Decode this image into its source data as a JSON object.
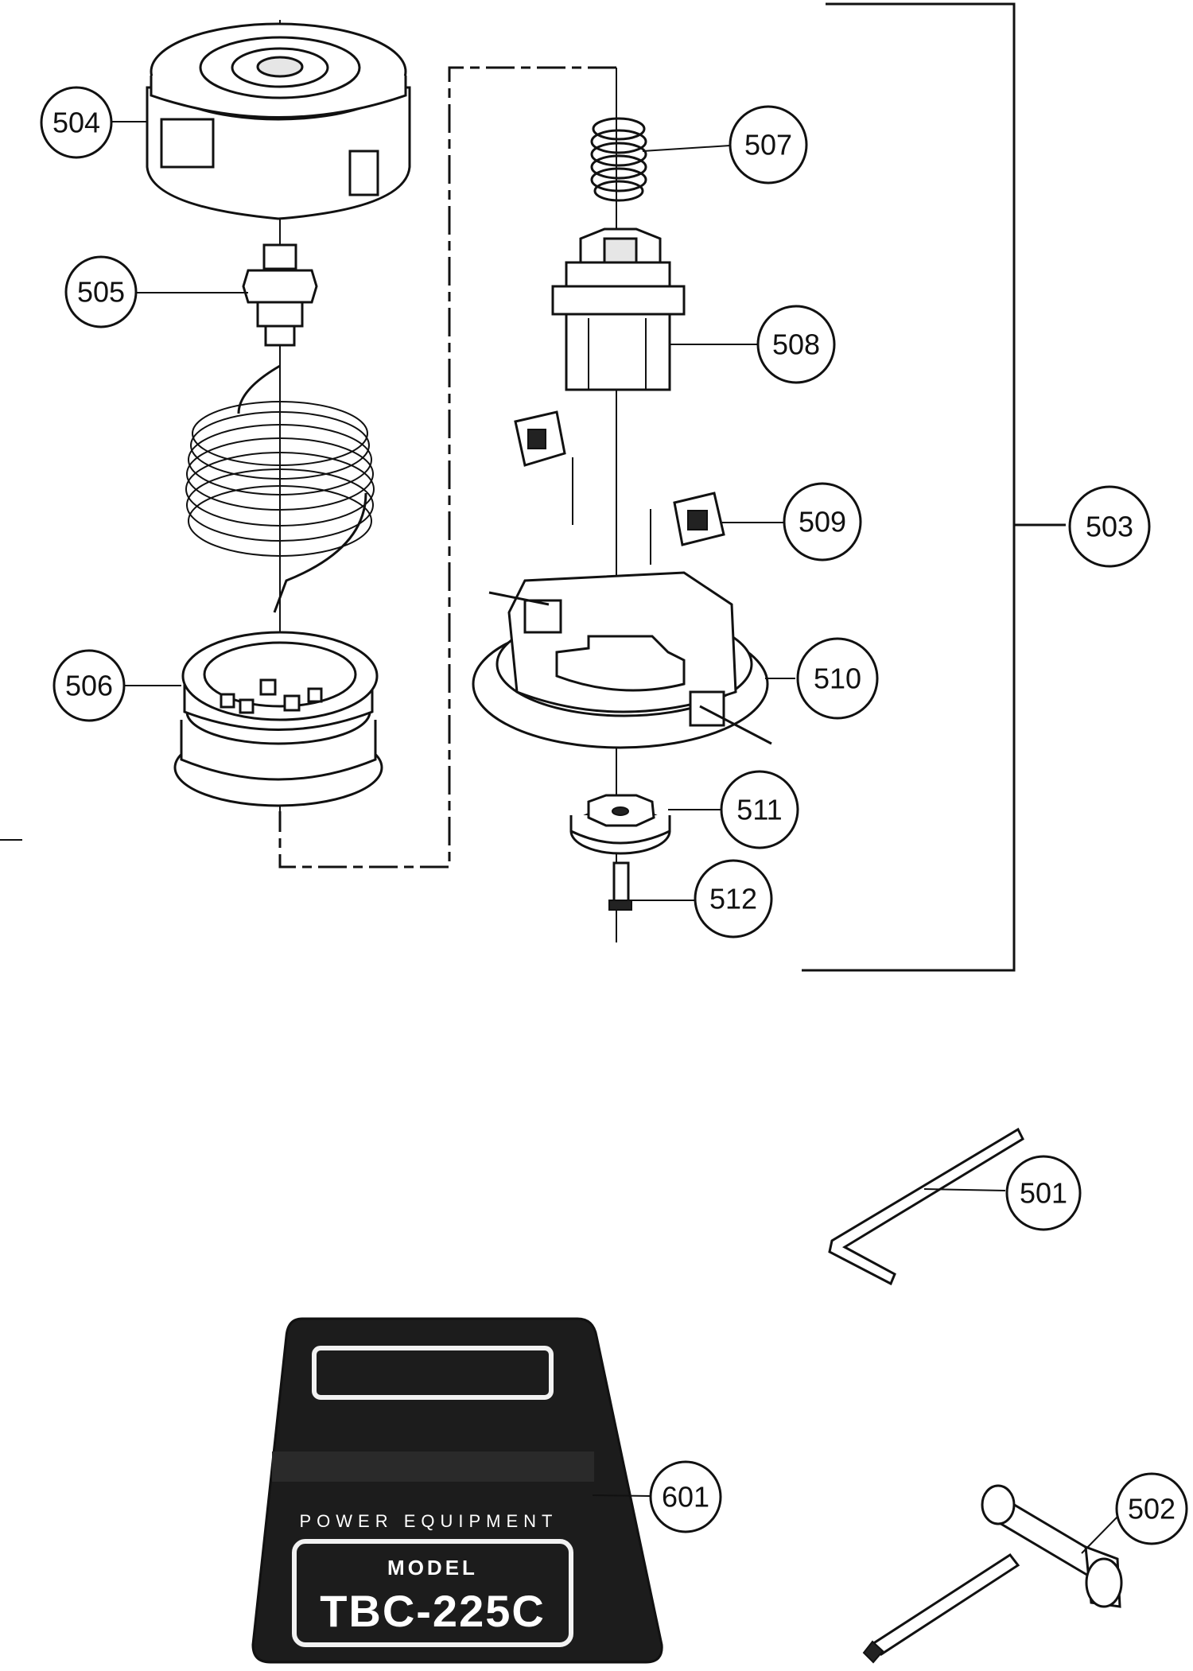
{
  "callouts": {
    "p501": "501",
    "p502": "502",
    "p503": "503",
    "p504": "504",
    "p505": "505",
    "p506": "506",
    "p507": "507",
    "p508": "508",
    "p509": "509",
    "p510": "510",
    "p511": "511",
    "p512": "512",
    "p601": "601"
  },
  "label_decal": {
    "brand_line": "POWER EQUIPMENT",
    "model_caption": "MODEL",
    "model_number": "TBC-225C"
  }
}
